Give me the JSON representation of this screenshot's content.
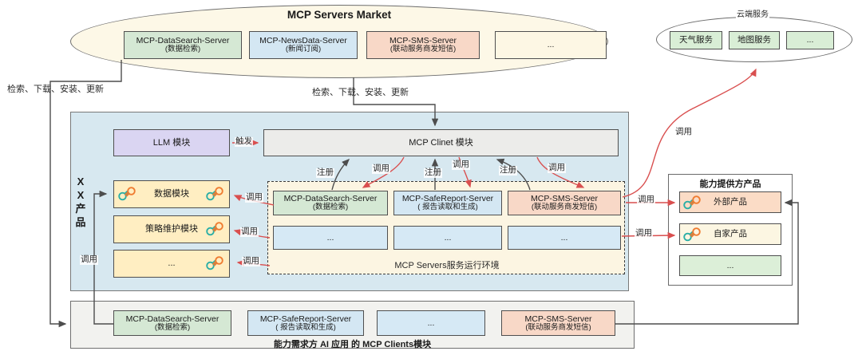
{
  "colors": {
    "accent_red": "#d94f4f",
    "line_dark": "#4d4d4d",
    "server_green": "#d5e8d4",
    "server_blue": "#d4e7f3",
    "server_pink": "#f8d8c7",
    "module_yellow": "#ffeec2",
    "llm_lavender": "#dad5f2",
    "runtime_cream": "#fcf5e2",
    "container_blue": "#d7e8f0"
  },
  "market": {
    "title": "MCP Servers Market",
    "servers": [
      {
        "name": "MCP-DataSearch-Server",
        "desc": "(数据检索)"
      },
      {
        "name": "MCP-NewsData-Server",
        "desc": "(新闻订阅)"
      },
      {
        "name": "MCP-SMS-Server",
        "desc": "(联动服务商发短信)"
      },
      {
        "name": "...",
        "desc": ""
      }
    ]
  },
  "cloud": {
    "title": "云端服务",
    "services": [
      {
        "label": "天气服务"
      },
      {
        "label": "地图服务"
      },
      {
        "label": "..."
      }
    ]
  },
  "flows": {
    "left": "检索、下载、安装、更新",
    "mid": "检索、下载、安装、更新"
  },
  "edge_labels": {
    "trigger": "触发",
    "register": "注册",
    "invoke": "调用"
  },
  "product": {
    "side_label": "XX产品",
    "llm": "LLM 模块",
    "client": "MCP Clinet 模块",
    "modules": [
      {
        "label": "数据模块"
      },
      {
        "label": "策略维护模块"
      },
      {
        "label": "..."
      }
    ]
  },
  "runtime": {
    "label": "MCP Servers服务运行环境",
    "servers": [
      {
        "name": "MCP-DataSearch-Server",
        "desc": "(数据检索)"
      },
      {
        "name": "MCP-SafeReport-Server",
        "desc": "( 报告读取和生成)"
      },
      {
        "name": "MCP-SMS-Server",
        "desc": "(联动服务商发短信)"
      }
    ],
    "more": [
      {
        "label": "..."
      },
      {
        "label": "..."
      },
      {
        "label": "..."
      }
    ]
  },
  "provider": {
    "title": "能力提供方产品",
    "items": [
      {
        "label": "外部产品"
      },
      {
        "label": "自家产品"
      },
      {
        "label": "..."
      }
    ]
  },
  "clients": {
    "label": "能力需求方 AI 应用 的 MCP Clients模块",
    "servers": [
      {
        "name": "MCP-DataSearch-Server",
        "desc": "(数据检索)"
      },
      {
        "name": "MCP-SafeReport-Server",
        "desc": "( 报告读取和生成)"
      },
      {
        "name": "...",
        "desc": ""
      },
      {
        "name": "MCP-SMS-Server",
        "desc": "(联动服务商发短信)"
      }
    ]
  }
}
